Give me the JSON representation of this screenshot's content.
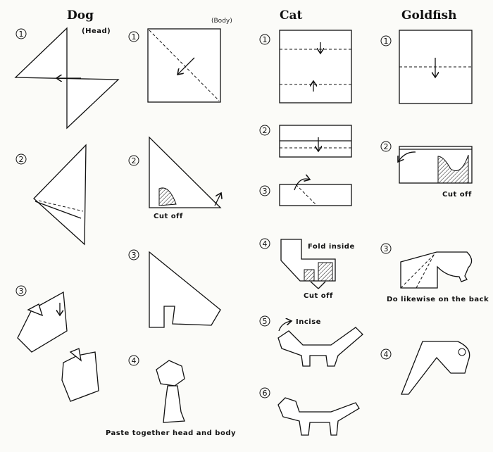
{
  "sections": {
    "dog": {
      "title": "Dog",
      "head_label": "(Head)",
      "body_label": "(Body)",
      "cut_off": "Cut off",
      "paste": "Paste together head and body"
    },
    "cat": {
      "title": "Cat",
      "fold_inside": "Fold inside",
      "cut_off": "Cut off",
      "incise": "Incise"
    },
    "goldfish": {
      "title": "Goldfish",
      "cut_off": "Cut off",
      "likewise": "Do likewise on the back"
    }
  },
  "steps": {
    "s1": "1",
    "s2": "2",
    "s3": "3",
    "s4": "4",
    "s5": "5",
    "s6": "6"
  }
}
